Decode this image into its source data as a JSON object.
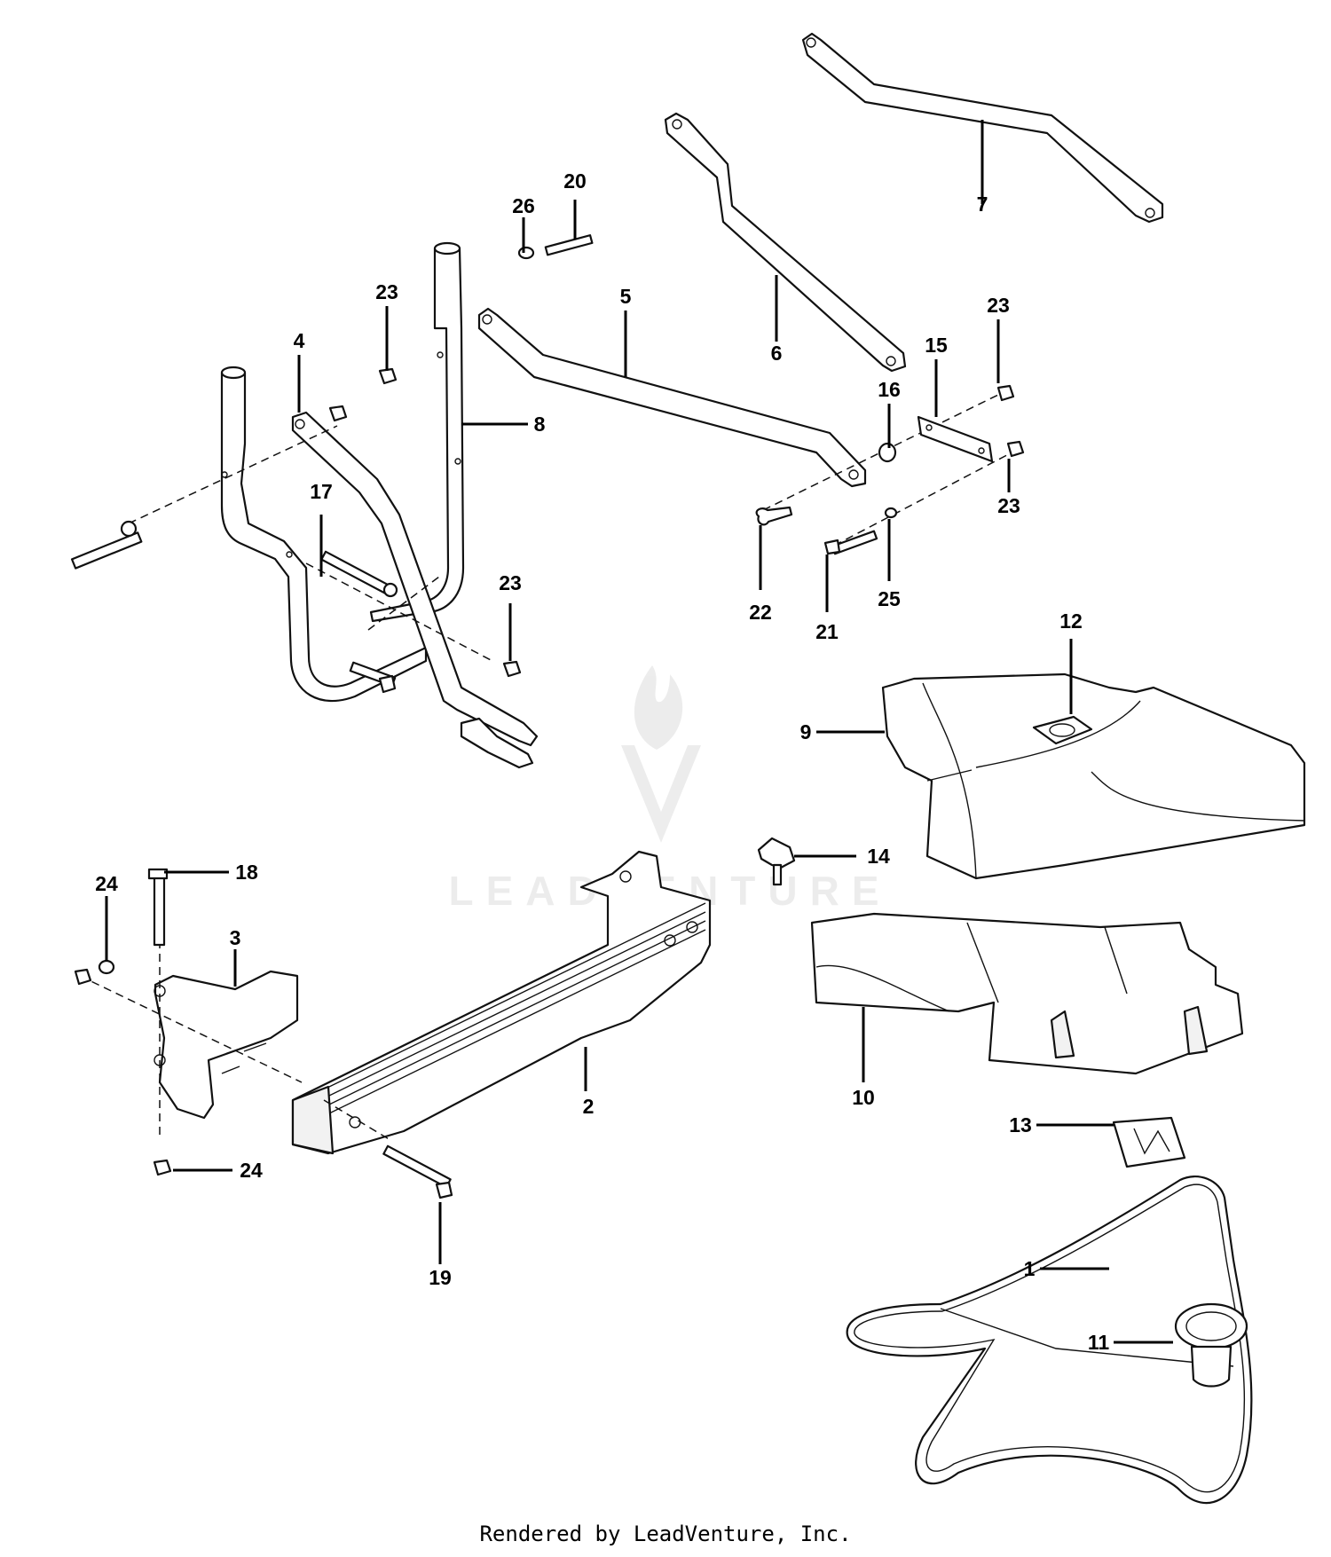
{
  "diagram": {
    "callouts": {
      "c1": "1",
      "c2": "2",
      "c3": "3",
      "c4": "4",
      "c5": "5",
      "c6": "6",
      "c7": "7",
      "c8": "8",
      "c9": "9",
      "c10": "10",
      "c11": "11",
      "c12": "12",
      "c13": "13",
      "c14": "14",
      "c15": "15",
      "c16": "16",
      "c17": "17",
      "c18": "18",
      "c19": "19",
      "c20": "20",
      "c21": "21",
      "c22": "22",
      "c23a": "23",
      "c23b": "23",
      "c23c": "23",
      "c23d": "23",
      "c24a": "24",
      "c24b": "24",
      "c25": "25",
      "c26": "26"
    }
  },
  "watermark": {
    "brand": "LEADVENTURE"
  },
  "footer": {
    "text": "Rendered by LeadVenture, Inc."
  }
}
